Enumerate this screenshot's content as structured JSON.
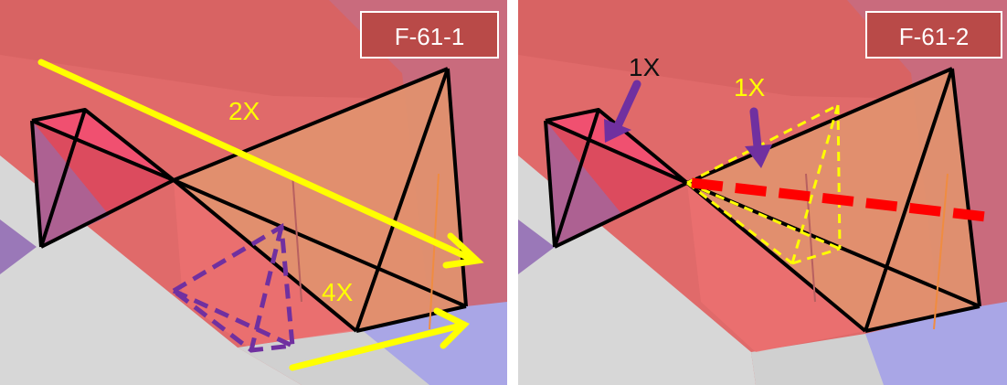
{
  "panels": {
    "left": {
      "label": "F-61-1",
      "annotations": [
        "2X",
        "4X"
      ]
    },
    "right": {
      "label": "F-61-2",
      "annotations": [
        "1X",
        "1X"
      ]
    }
  },
  "colors": {
    "label_box": "#b94a48",
    "yellow_annotation": "#ffff00",
    "purple_arrow": "#7030a0",
    "purple_dashed": "#7030a0",
    "red_dashed": "#ff0000",
    "edge_line": "#000000",
    "ground": "#d6d6d6",
    "blue_floor": "#a9a6e6",
    "salmon_surface": "#e8676a"
  }
}
